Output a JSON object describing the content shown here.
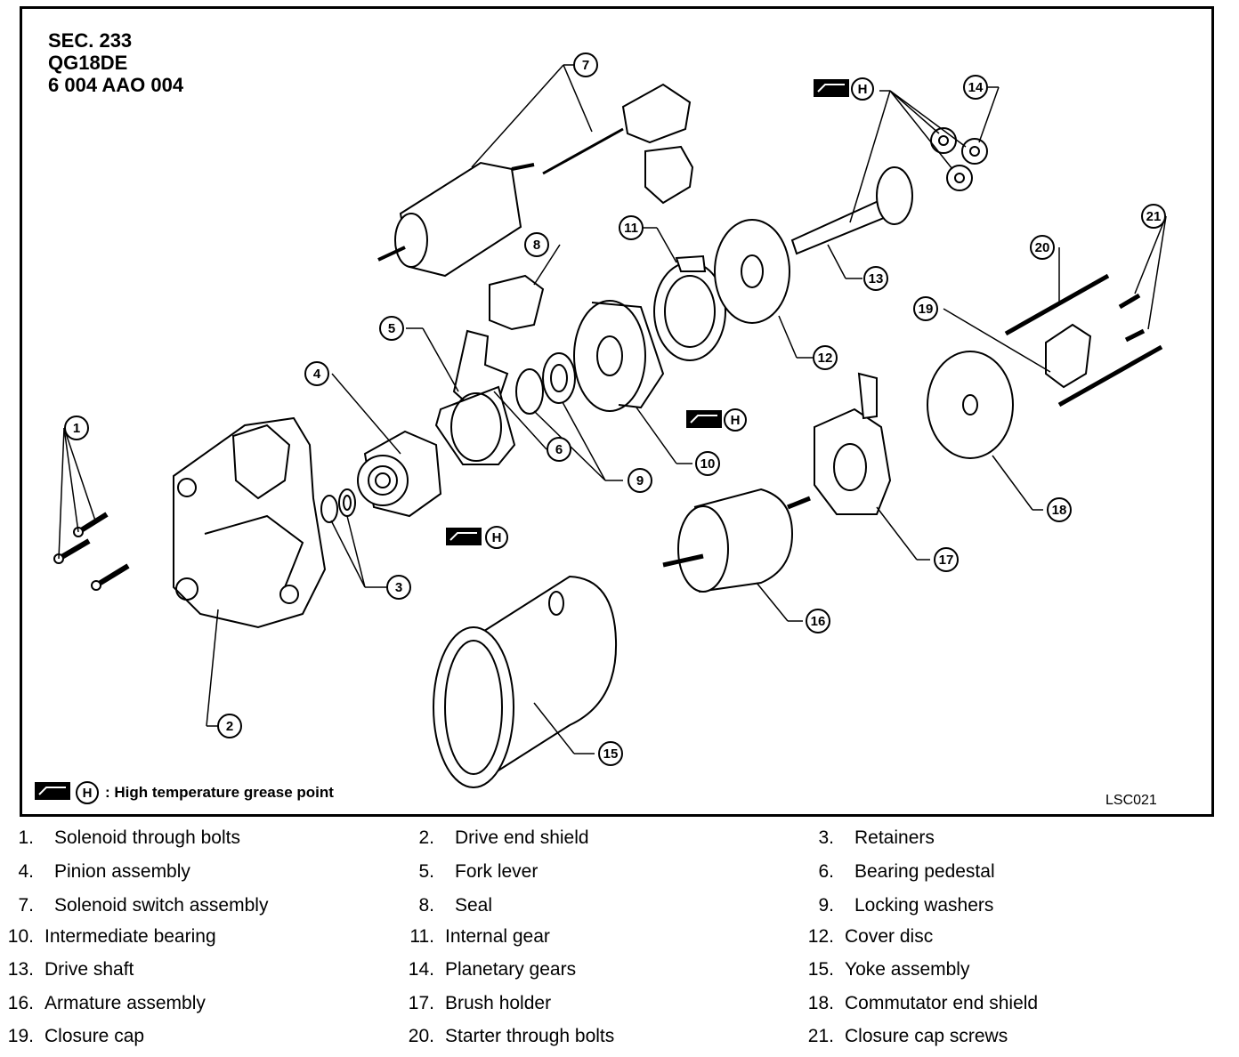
{
  "header": {
    "section": "SEC. 233",
    "engine": "QG18DE",
    "part_code": "6 004 AAO 004"
  },
  "grease_symbol_letter": "H",
  "grease_legend": ": High temperature grease point",
  "figure_code": "LSC021",
  "callouts": [
    "1",
    "2",
    "3",
    "4",
    "5",
    "6",
    "7",
    "8",
    "9",
    "10",
    "11",
    "12",
    "13",
    "14",
    "15",
    "16",
    "17",
    "18",
    "19",
    "20",
    "21"
  ],
  "legend": [
    {
      "num": "1.",
      "name": "Solenoid through bolts"
    },
    {
      "num": "2.",
      "name": "Drive end shield"
    },
    {
      "num": "3.",
      "name": "Retainers"
    },
    {
      "num": "4.",
      "name": "Pinion assembly"
    },
    {
      "num": "5.",
      "name": "Fork lever"
    },
    {
      "num": "6.",
      "name": "Bearing pedestal"
    },
    {
      "num": "7.",
      "name": "Solenoid switch assembly"
    },
    {
      "num": "8.",
      "name": "Seal"
    },
    {
      "num": "9.",
      "name": "Locking washers"
    },
    {
      "num": "10.",
      "name": "Intermediate bearing"
    },
    {
      "num": "11.",
      "name": "Internal gear"
    },
    {
      "num": "12.",
      "name": "Cover disc"
    },
    {
      "num": "13.",
      "name": "Drive shaft"
    },
    {
      "num": "14.",
      "name": "Planetary gears"
    },
    {
      "num": "15.",
      "name": "Yoke assembly"
    },
    {
      "num": "16.",
      "name": "Armature assembly"
    },
    {
      "num": "17.",
      "name": "Brush holder"
    },
    {
      "num": "18.",
      "name": "Commutator end shield"
    },
    {
      "num": "19.",
      "name": "Closure cap"
    },
    {
      "num": "20.",
      "name": "Starter through bolts"
    },
    {
      "num": "21.",
      "name": "Closure cap screws"
    }
  ]
}
